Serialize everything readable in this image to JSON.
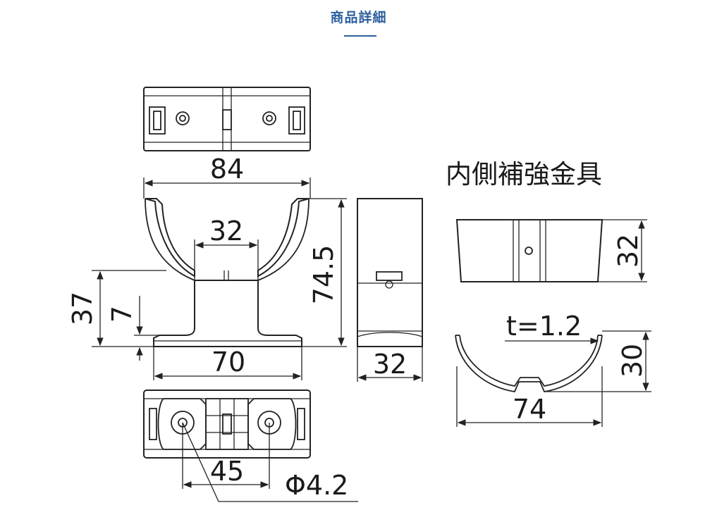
{
  "header": {
    "title": "商品詳細",
    "accent_color": "#2c5f9e"
  },
  "diagram": {
    "caption": "内側補強金具",
    "dimensions": {
      "top_width": "84",
      "inner_width": "32",
      "total_height": "74.5",
      "mid_height": "37",
      "base_height": "7",
      "base_width": "70",
      "side_width": "32",
      "hole_pitch": "45",
      "hole_diameter": "Φ4.2",
      "bracket_width": "32",
      "thickness": "t=1.2",
      "bracket_height": "30",
      "bracket_length": "74"
    }
  }
}
